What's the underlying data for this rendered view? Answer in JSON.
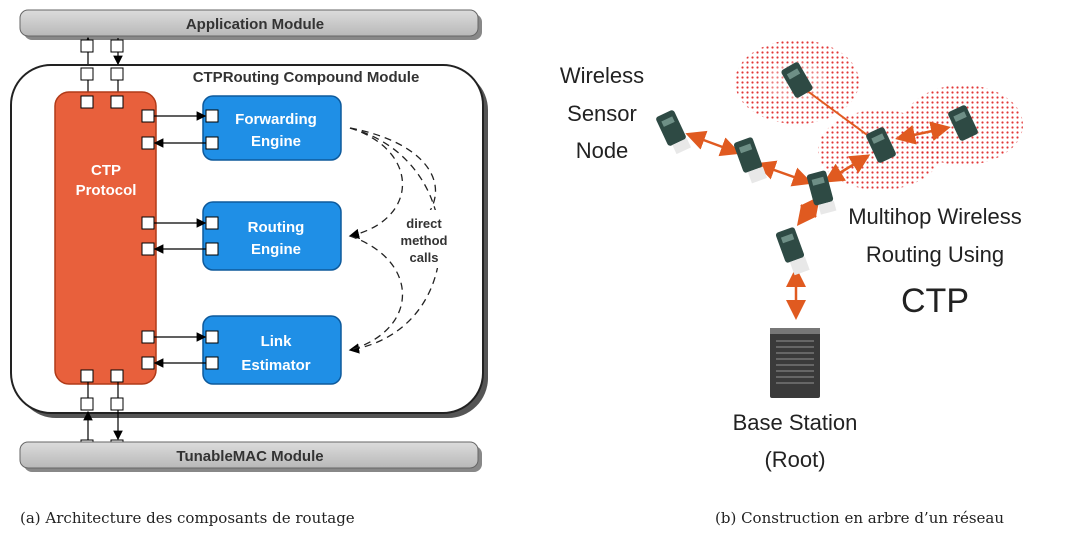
{
  "left": {
    "application_module": "Application Module",
    "compound_module": "CTPRouting Compound Module",
    "ctp_protocol_line1": "CTP",
    "ctp_protocol_line2": "Protocol",
    "forwarding_line1": "Forwarding",
    "forwarding_line2": "Engine",
    "routing_line1": "Routing",
    "routing_line2": "Engine",
    "link_line1": "Link",
    "link_line2": "Estimator",
    "direct_line1": "direct",
    "direct_line2": "method",
    "direct_line3": "calls",
    "tunablemac_module": "TunableMAC Module",
    "caption": "(a) Architecture des composants de routage"
  },
  "right": {
    "wsn_line1": "Wireless",
    "wsn_line2": "Sensor",
    "wsn_line3": "Node",
    "mh_line1": "Multihop Wireless",
    "mh_line2": "Routing Using",
    "mh_line3": "CTP",
    "bs_line1": "Base Station",
    "bs_line2": "(Root)",
    "caption": "(b) Construction en arbre d’un réseau"
  },
  "colors": {
    "module_bar": "#c8c8c8",
    "ctp_red": "#e8603c",
    "engine_blue": "#1f8fe6",
    "radio_red": "#e02020",
    "arrow_orange": "#e05a20"
  }
}
